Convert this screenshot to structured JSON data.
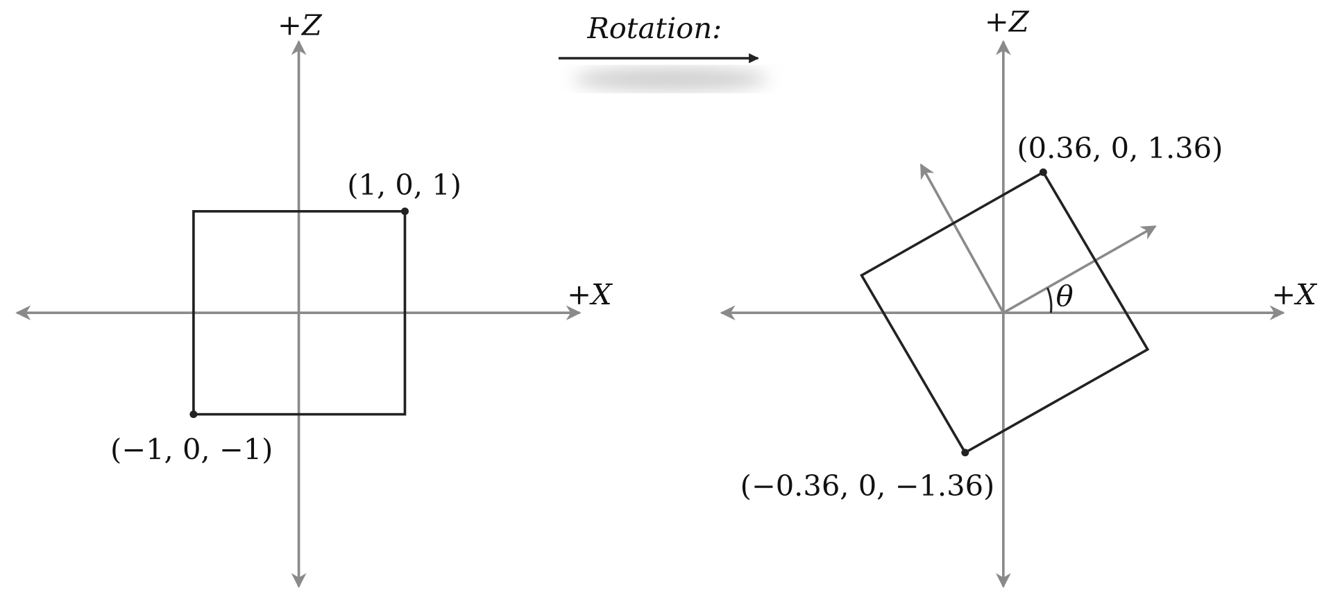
{
  "title": "Rotation:",
  "left_panel": {
    "z_axis_label": "+Z",
    "x_axis_label": "+X",
    "top_right_point": "(1, 0, 1)",
    "bottom_left_point": "(−1, 0, −1)"
  },
  "right_panel": {
    "z_axis_label": "+Z",
    "x_axis_label": "+X",
    "angle_label": "θ",
    "top_point": "(0.36, 0, 1.36)",
    "bottom_point": "(−0.36, 0, −1.36)"
  },
  "colors": {
    "axis": "#8a8a8a",
    "shape": "#222222"
  }
}
